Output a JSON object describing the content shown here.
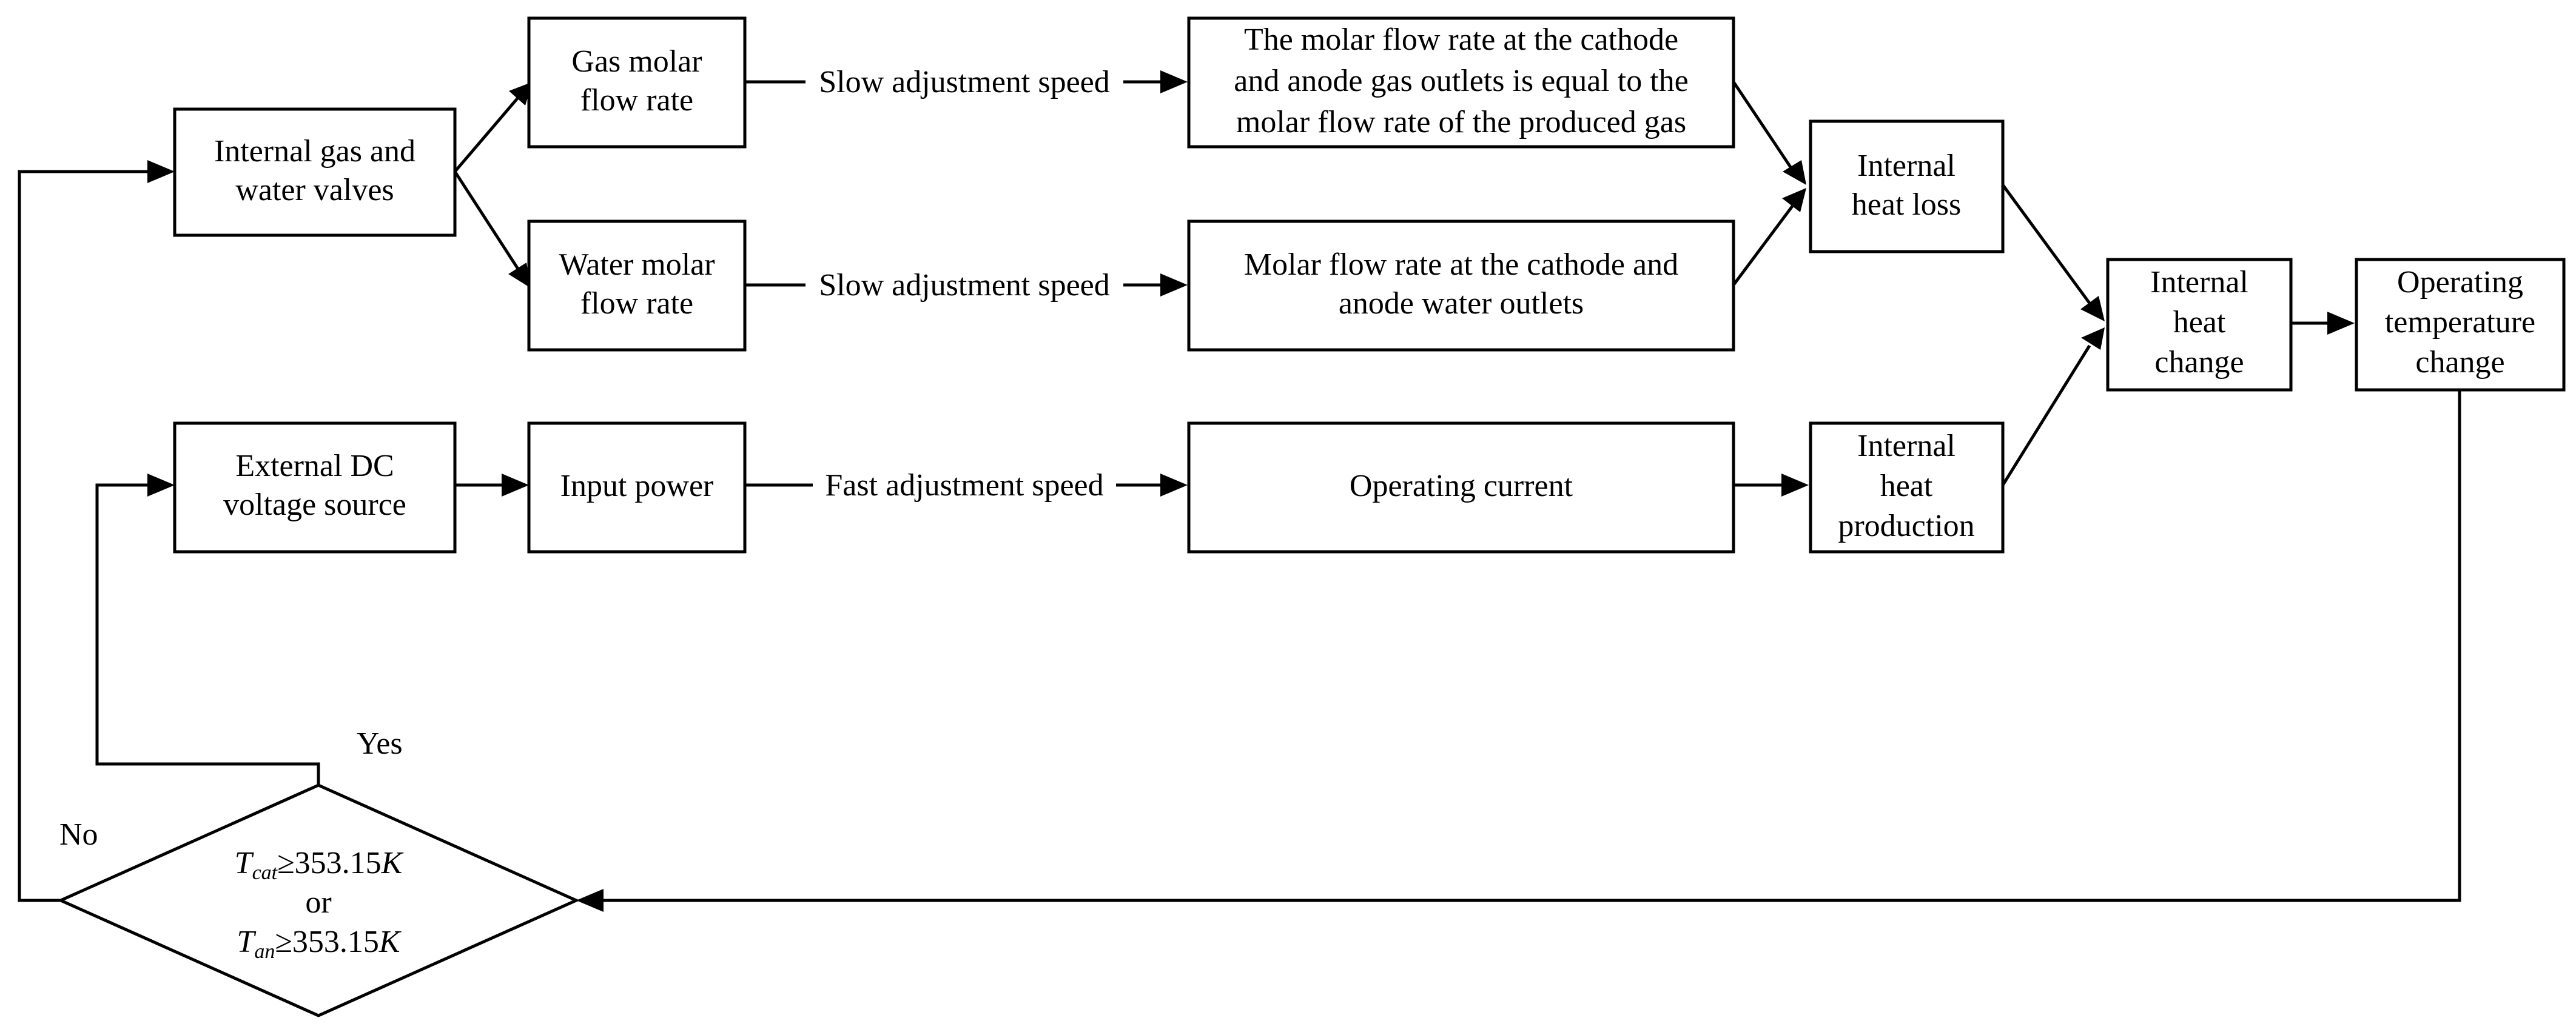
{
  "boxes": {
    "internal_valves": [
      "Internal gas and",
      "water valves"
    ],
    "gas_molar_flow": [
      "Gas molar",
      "flow rate"
    ],
    "water_molar_flow": [
      "Water molar",
      "flow rate"
    ],
    "gas_outlet": [
      "The molar flow rate at the cathode",
      "and anode gas outlets is equal to the",
      "molar flow rate of the produced gas"
    ],
    "water_outlet": [
      "Molar flow rate at the cathode and",
      "anode water outlets"
    ],
    "heat_loss": [
      "Internal",
      "heat loss"
    ],
    "heat_change": [
      "Internal",
      "heat",
      "change"
    ],
    "temp_change": [
      "Operating",
      "temperature",
      "change"
    ],
    "dc_source": [
      "External DC",
      "voltage source"
    ],
    "input_power": [
      "Input power"
    ],
    "operating_current": [
      "Operating current"
    ],
    "heat_production": [
      "Internal",
      "heat",
      "production"
    ]
  },
  "edge_labels": {
    "gas_speed": "Slow adjustment speed",
    "water_speed": "Slow adjustment speed",
    "power_speed": "Fast adjustment speed"
  },
  "decision": {
    "cat_symbol": "T",
    "cat_sub": "cat",
    "cat_condition": "≥353.15",
    "cat_unit": "K",
    "or": "or",
    "an_symbol": "T",
    "an_sub": "an",
    "an_condition": "≥353.15",
    "an_unit": "K"
  },
  "branch_labels": {
    "yes": "Yes",
    "no": "No"
  }
}
